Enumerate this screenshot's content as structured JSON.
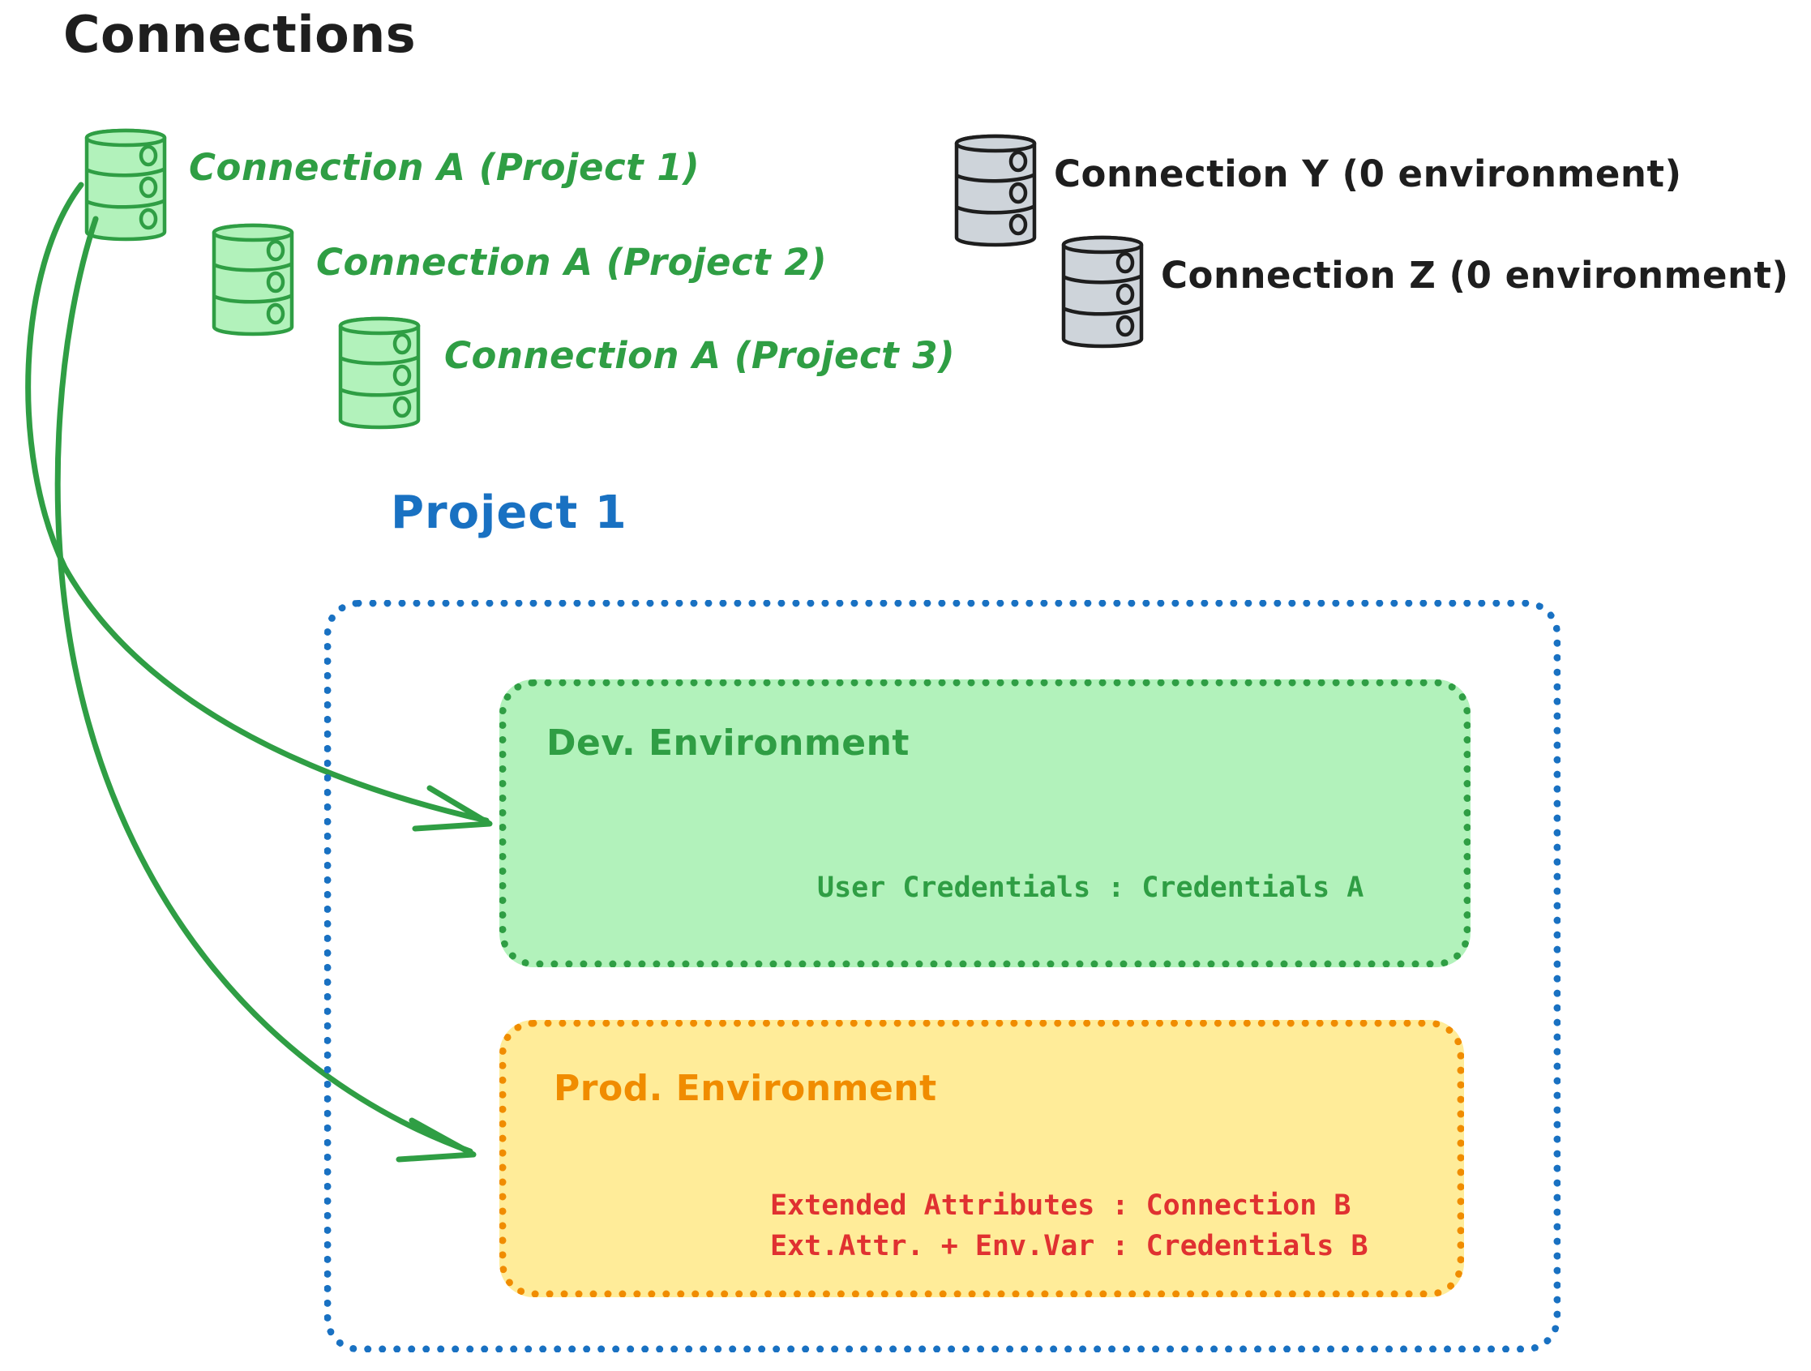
{
  "title": "Connections",
  "connections": {
    "green_group": [
      {
        "label": "Connection A (Project 1)",
        "icon": "database-icon",
        "color": "#2f9e44"
      },
      {
        "label": "Connection A (Project 2)",
        "icon": "database-icon",
        "color": "#2f9e44"
      },
      {
        "label": "Connection A (Project 3)",
        "icon": "database-icon",
        "color": "#2f9e44"
      }
    ],
    "gray_group": [
      {
        "label": "Connection Y (0 environment)",
        "icon": "database-icon",
        "color": "#1e1e1e"
      },
      {
        "label": "Connection Z (0 environment)",
        "icon": "database-icon",
        "color": "#1e1e1e"
      }
    ]
  },
  "project": {
    "title": "Project 1",
    "color": "#1971c2",
    "environments": [
      {
        "name": "Dev. Environment",
        "color": "#2f9e44",
        "fill": "#b2f2bb",
        "rows": [
          "User Credentials : Credentials A"
        ]
      },
      {
        "name": "Prod. Environment",
        "color": "#f08c00",
        "fill": "#ffec99",
        "rows": [
          "Extended Attributes : Connection B",
          "Ext.Attr. + Env.Var : Credentials B"
        ]
      }
    ]
  },
  "arrows": [
    {
      "from": "Connection A (Project 1)",
      "to": "Dev. Environment",
      "color": "#2f9e44"
    },
    {
      "from": "Connection A (Project 1)",
      "to": "Prod. Environment",
      "color": "#2f9e44"
    }
  ],
  "colors": {
    "green_stroke": "#2f9e44",
    "green_fill": "#b2f2bb",
    "blue_stroke": "#1971c2",
    "orange_stroke": "#f08c00",
    "orange_fill": "#ffec99",
    "red_text": "#e03131",
    "gray_fill": "#ced4da",
    "black_stroke": "#1e1e1e"
  }
}
